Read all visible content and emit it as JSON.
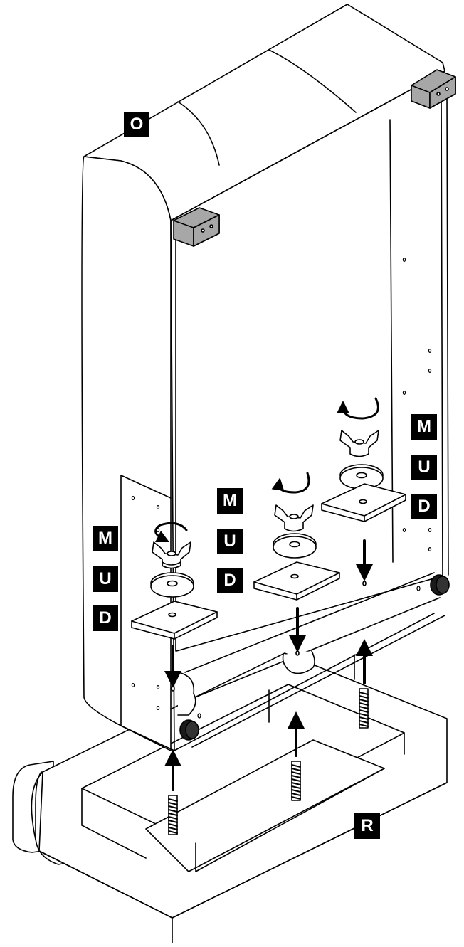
{
  "labels": {
    "frame": "O",
    "base": "R",
    "wingnut": "M",
    "washer": "U",
    "plate": "D"
  },
  "colors": {
    "line": "#000000",
    "fill": "#ffffff",
    "bracket": "#a7a7a7",
    "bracket_dark": "#7a7a7a",
    "foot": "#1a1a1a",
    "label_bg": "#000000",
    "label_fg": "#ffffff"
  },
  "icons": [
    "curved-arrow-icon",
    "down-arrow-icon",
    "up-arrow-icon"
  ]
}
